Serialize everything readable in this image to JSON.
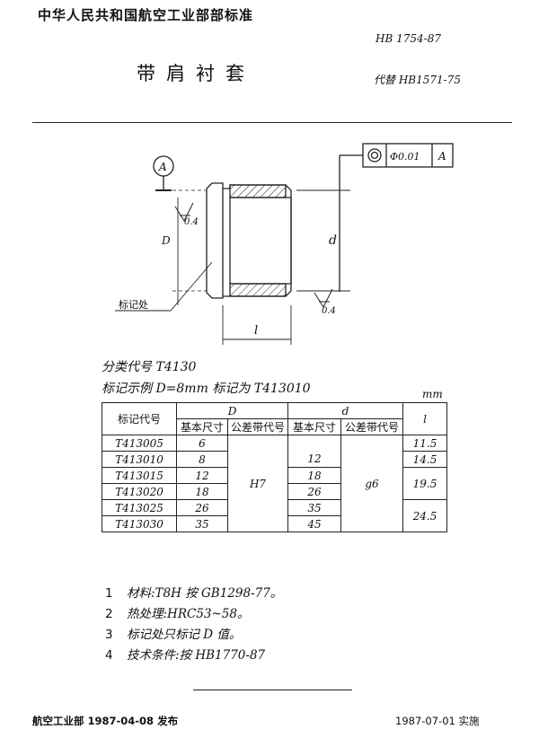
{
  "header": {
    "standard_name": "中华人民共和国航空工业部部标准",
    "doc_title": "带肩衬套",
    "doc_code": "HB 1754-87",
    "replaces": "代替 HB1571-75"
  },
  "drawing": {
    "datum_letter": "A",
    "tolerance_value": "Φ0.01",
    "tolerance_datum": "A",
    "roughness_1": "0.4",
    "roughness_2": "0.4",
    "dim_D": "D",
    "dim_d": "d",
    "dim_l": "l",
    "marking_label": "标记处"
  },
  "info": {
    "class_code": "分类代号  T4130",
    "marking_example": "标记示例  D=8mm  标记为 T413010",
    "unit": "mm"
  },
  "table": {
    "head": {
      "mark_code": "标记代号",
      "D": "D",
      "d": "d",
      "l": "l",
      "basic_size": "基本尺寸",
      "tol_code": "公差带代号"
    },
    "rows": [
      {
        "code": "T413005",
        "D": "6"
      },
      {
        "code": "T413010",
        "D": "8"
      },
      {
        "code": "T413015",
        "D": "12"
      },
      {
        "code": "T413020",
        "D": "18"
      },
      {
        "code": "T413025",
        "D": "26"
      },
      {
        "code": "T413030",
        "D": "35"
      }
    ],
    "D_tol": "H7",
    "d_tol": "g6",
    "d_values": [
      "12",
      "18",
      "26",
      "35",
      "45"
    ],
    "l_values": [
      "11.5",
      "14.5",
      "19.5",
      "24.5"
    ]
  },
  "notes": [
    {
      "num": "1",
      "text": "材料:T8H 按 GB1298-77。"
    },
    {
      "num": "2",
      "text": "热处理:HRC53~58。"
    },
    {
      "num": "3",
      "text": "标记处只标记 D 值。"
    },
    {
      "num": "4",
      "text": "技术条件:按 HB1770-87"
    }
  ],
  "footer": {
    "publish": "航空工业部 1987-04-08 发布",
    "implement": "1987-07-01 实施"
  }
}
